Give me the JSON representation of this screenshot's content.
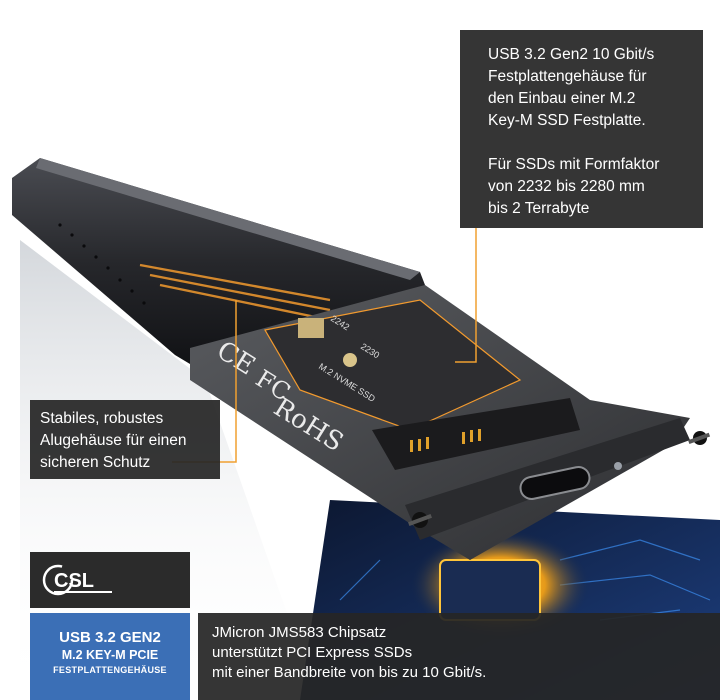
{
  "callouts": {
    "usb_enclosure": {
      "paragraph1": [
        "USB 3.2 Gen2 10 Gbit/s",
        "Festplattengehäuse für",
        "den Einbau einer M.2",
        "Key-M SSD Festplatte."
      ],
      "paragraph2": [
        "Für SSDs mit Formfaktor",
        "von 2232 bis 2280 mm",
        "bis 2 Terrabyte"
      ]
    },
    "housing": {
      "lines": [
        "Stabiles, robustes",
        "Alugehäuse für einen",
        "sicheren Schutz"
      ]
    },
    "chipset": {
      "lines": [
        "JMicron JMS583 Chipsatz",
        "unterstützt PCI Express SSDs",
        "mit einer Bandbreite von bis zu 10 Gbit/s."
      ]
    }
  },
  "brand": {
    "logo_text": "CSL"
  },
  "badge": {
    "line1": "USB 3.2 GEN2",
    "line2": "M.2 KEY-M PCIE",
    "line3": "FESTPLATTENGEHÄUSE"
  },
  "product_markings": {
    "ce": "CE",
    "fc": "FC",
    "rohs": "RoHS",
    "pcb_label_1": "2230",
    "pcb_label_2": "2242",
    "pcb_label_3": "M.2 NVME SSD"
  },
  "colors": {
    "callout_bg": "#262626",
    "leader_line": "#f0a030",
    "badge_blue": "#3b6fb6",
    "enclosure_dark": "#1c1d20",
    "pcb_glow_orange": "#f29a2e",
    "chip_glow_blue": "#1d6fd8"
  }
}
